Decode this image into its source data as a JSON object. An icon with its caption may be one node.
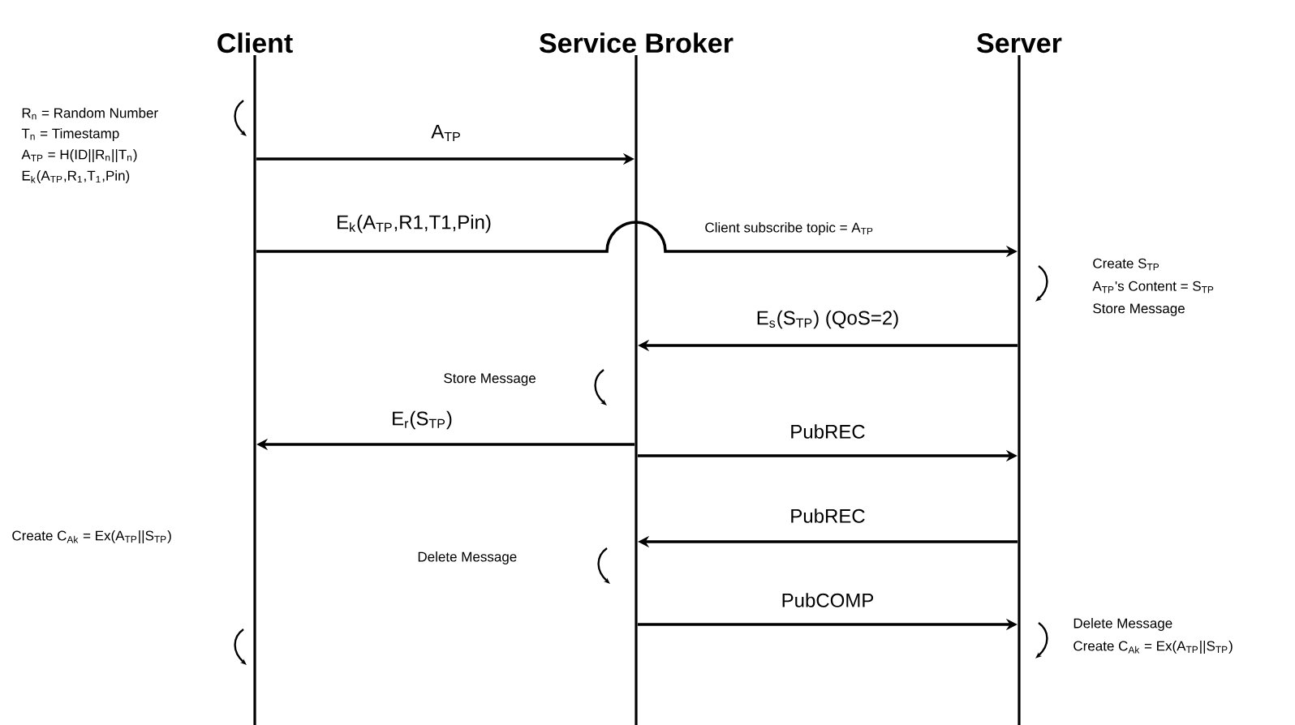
{
  "diagram": {
    "nodes": [
      {
        "text": [
          "Client"
        ]
      },
      {
        "text": [
          "Service Broker"
        ]
      },
      {
        "text": [
          "Server"
        ]
      }
    ],
    "edges": [
      {
        "from": 0,
        "to": 1,
        "arrow": "to",
        "label": "A$_{TP}$"
      },
      {
        "from": 0,
        "to": 2,
        "arrow": "to",
        "label": "E$_{k}$(A$_{TP}$,R1,T1,Pin)"
      },
      {
        "from": 2,
        "to": 1,
        "arrow": "to",
        "label": "E$_{s}$(S$_{TP}$) (QoS=2)"
      },
      {
        "from": 1,
        "to": 0,
        "arrow": "to",
        "label": "E$_{r}$(S$_{TP}$)"
      },
      {
        "from": 1,
        "to": 2,
        "arrow": "to",
        "label": "PubREC"
      },
      {
        "from": 2,
        "to": 1,
        "arrow": "to",
        "label": "PubREC"
      },
      {
        "from": 1,
        "to": 2,
        "arrow": "to",
        "label": "PubCOMP"
      }
    ],
    "labels": [
      "R$_{n}$ = Random Number",
      "T$_{n}$ = Timestamp",
      "A$_{TP}$ = H(ID||R$_{n}$||T$_{n}$)",
      "E$_{k}$(A$_{TP}$,R$_{1}$,T$_{1}$,Pin)",
      "Client subscribe topic = A$_{TP}$",
      "Create S$_{TP}$",
      "A$_{TP}$'s Content = S$_{TP}$",
      "Store Message",
      "Store Message",
      "Create C$_{Ak}$ = Ex(A$_{TP}$||S$_{TP}$)",
      "Delete Message",
      "Delete Message",
      "Create C$_{Ak}$ = Ex(A$_{TP}$||S$_{TP}$)"
    ]
  }
}
